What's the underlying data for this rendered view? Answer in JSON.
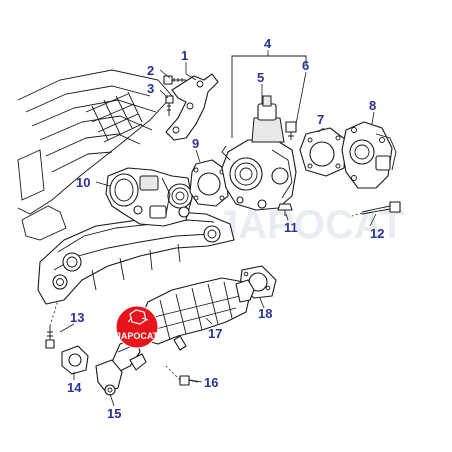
{
  "watermark": "JAPOCAT",
  "logo": {
    "text": "JAPOCAT",
    "color": "#e8141c"
  },
  "colors": {
    "callout": "#27339a",
    "line": "#1a1a1a"
  },
  "callouts": [
    "1",
    "2",
    "3",
    "4",
    "5",
    "6",
    "7",
    "8",
    "9",
    "10",
    "11",
    "12",
    "13",
    "14",
    "15",
    "16",
    "17",
    "18"
  ]
}
